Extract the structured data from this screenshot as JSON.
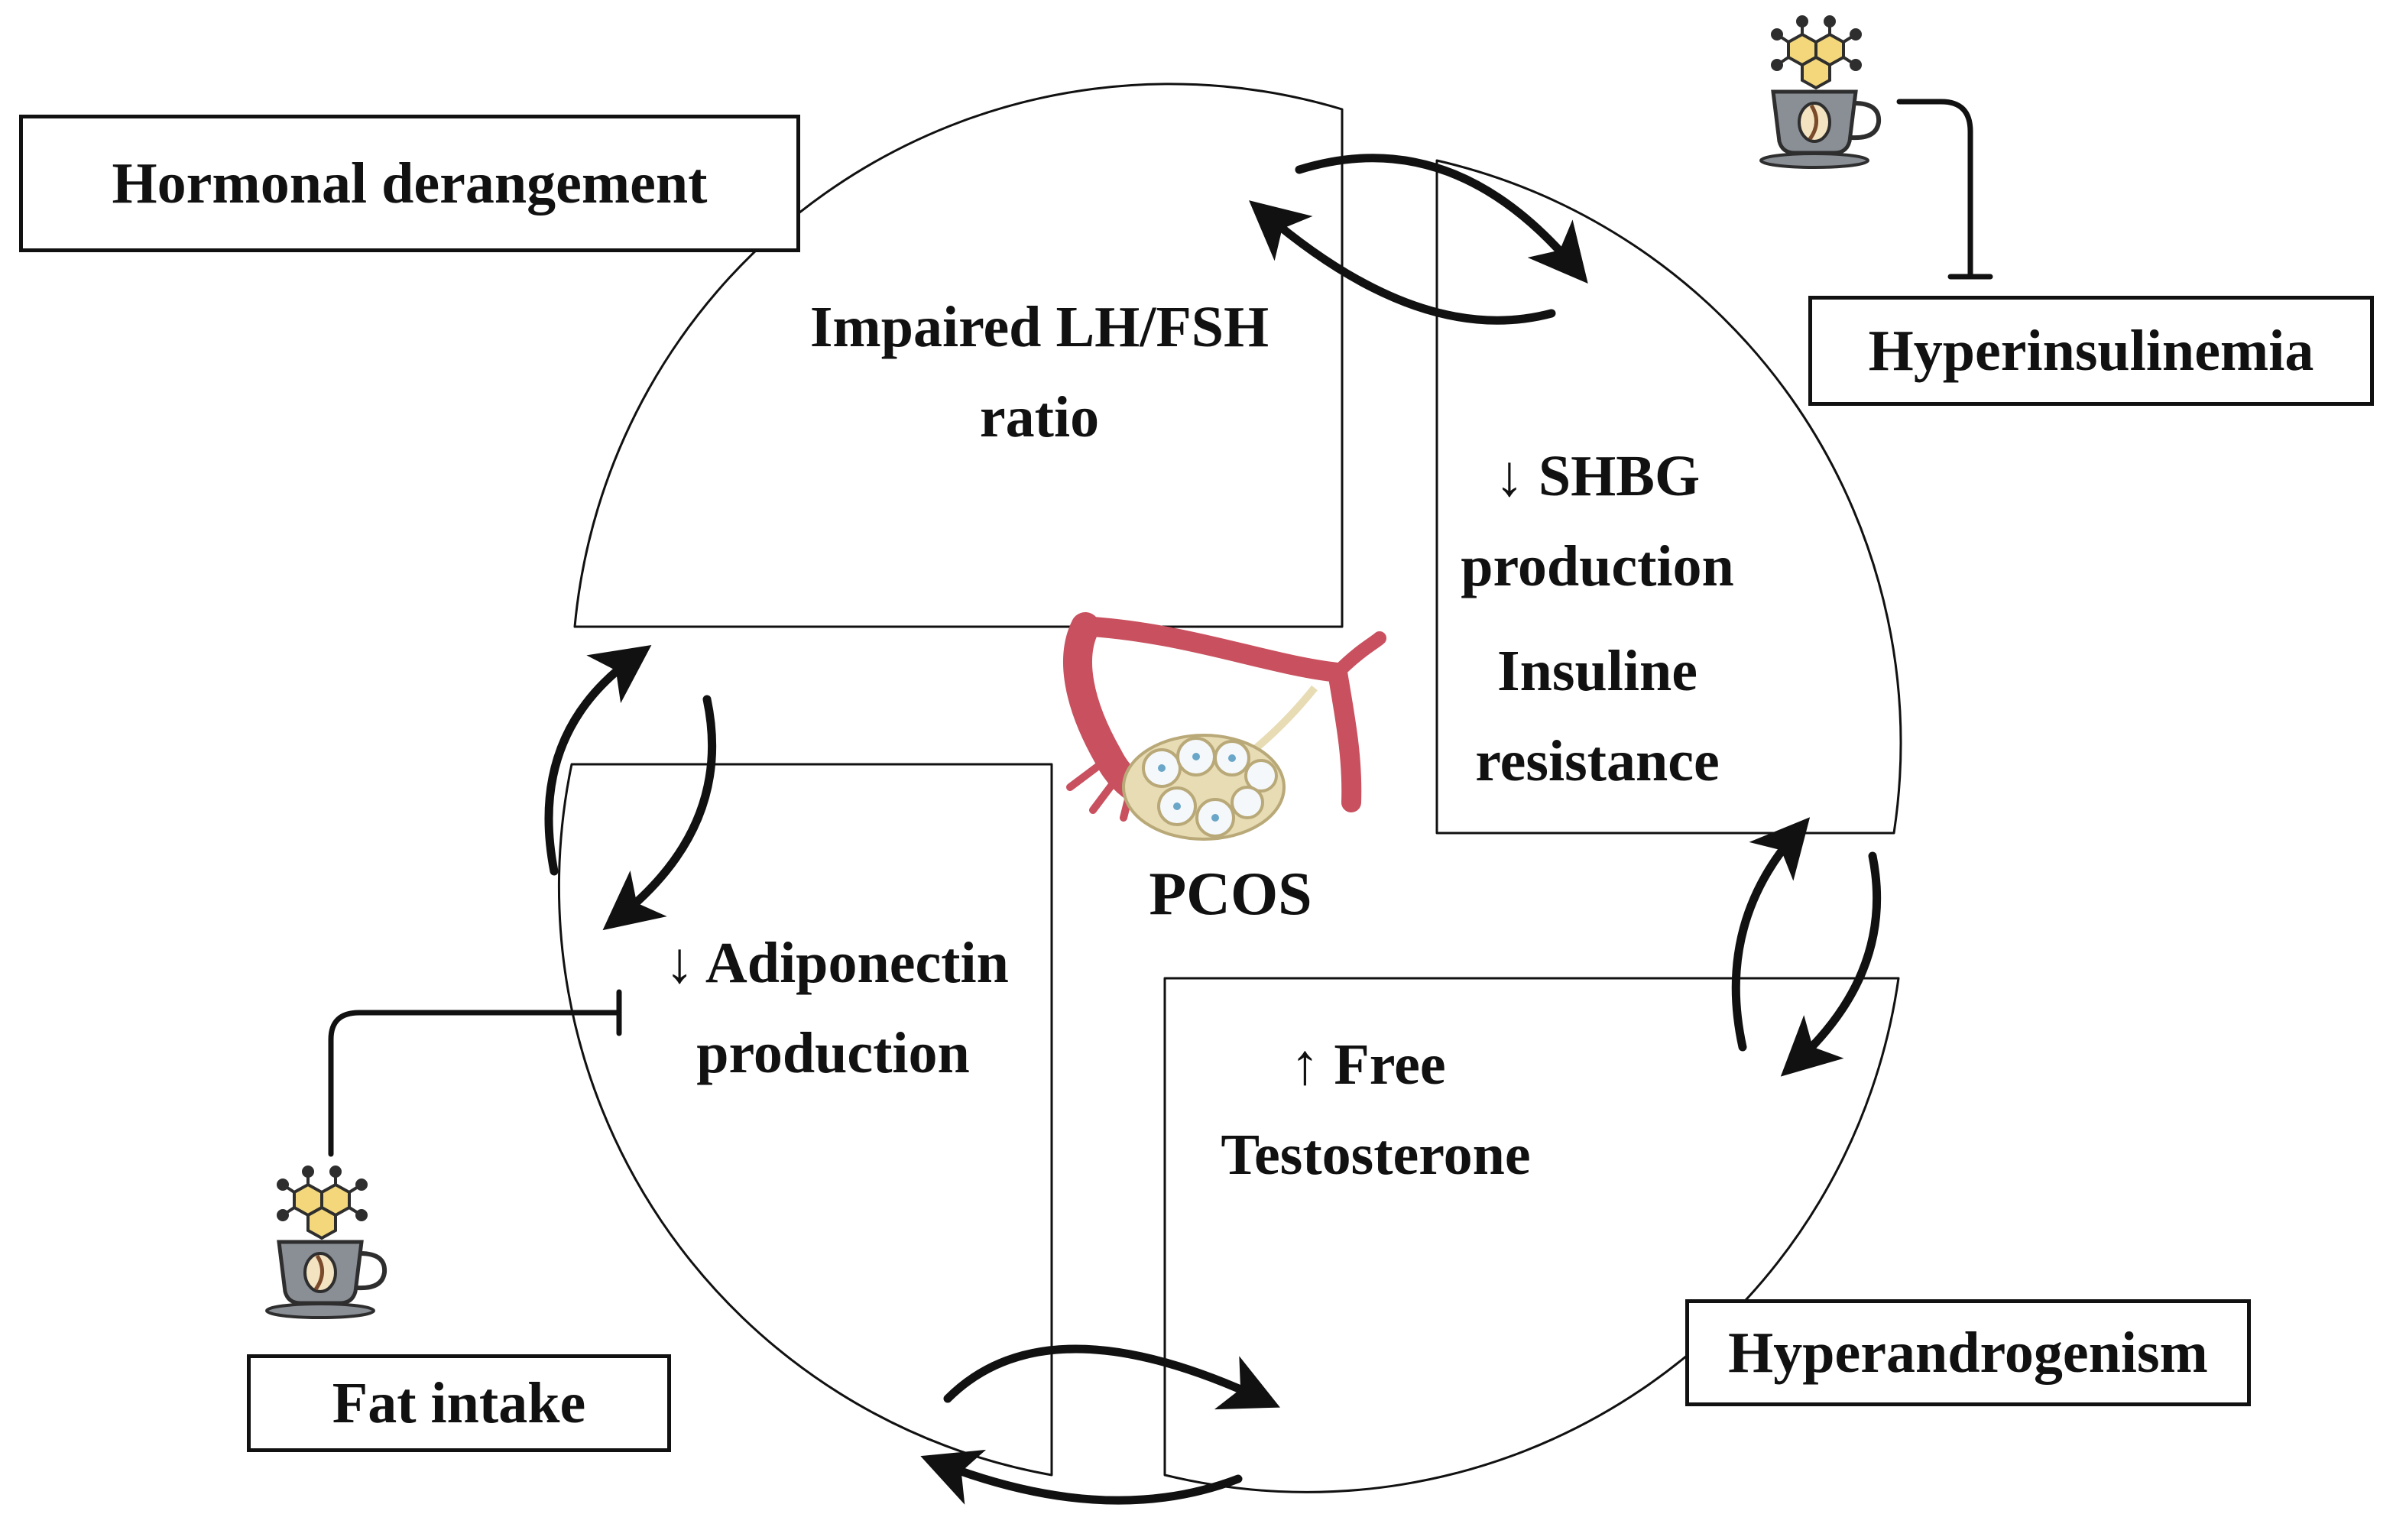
{
  "diagram": {
    "center_label": "PCOS",
    "quadrants": {
      "top_left": {
        "line1": "Impaired LH/FSH",
        "line2": "ratio"
      },
      "top_right": {
        "line1": "↓ SHBG",
        "line2": "production",
        "line3": "Insuline",
        "line4": "resistance"
      },
      "bottom_left": {
        "line1": "↓ Adiponectin",
        "line2": "production"
      },
      "bottom_right": {
        "line1": "↑  Free",
        "line2": "Testosterone"
      }
    },
    "outer_boxes": {
      "hormonal": "Hormonal derangement",
      "hyperinsulinemia": "Hyperinsulinemia",
      "fat_intake": "Fat intake",
      "hyperandrogenism": "Hyperandrogenism"
    },
    "icons": [
      "coffee-molecule-icon",
      "coffee-molecule-icon",
      "ovary-icon"
    ],
    "colors": {
      "stroke": "#111111",
      "ovary_tube": "#c9505e",
      "ovary_body": "#e8dcb5",
      "coffee_cup": "#8a8f96",
      "molecule": "#f3d77a"
    }
  }
}
